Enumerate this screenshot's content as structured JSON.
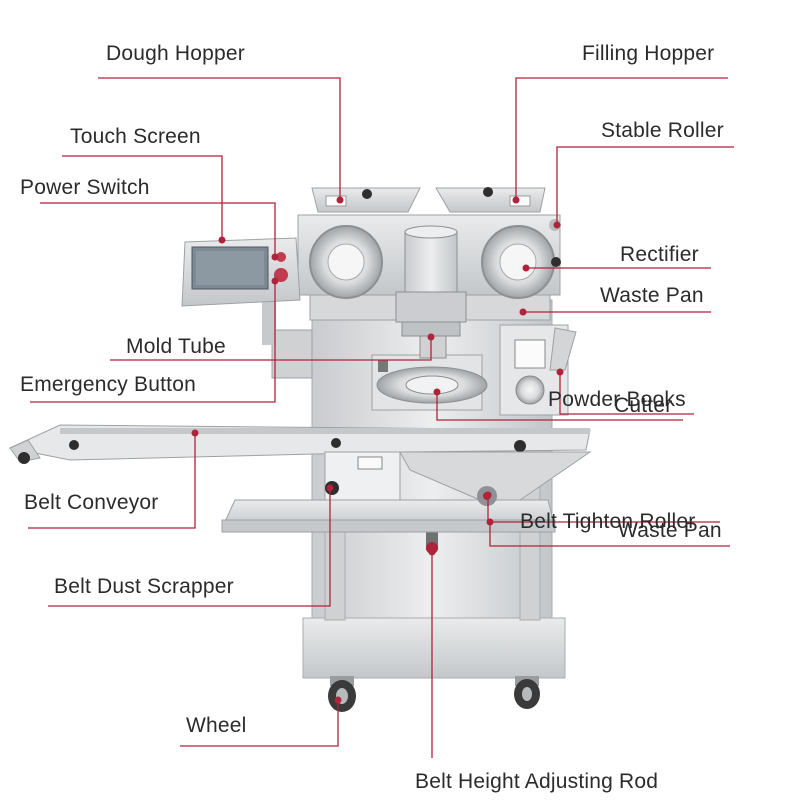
{
  "labels": {
    "dough_hopper": "Dough Hopper",
    "filling_hopper": "Filling Hopper",
    "touch_screen": "Touch Screen",
    "stable_roller": "Stable Roller",
    "power_switch": "Power Switch",
    "rectifier": "Rectifier",
    "waste_pan_top": "Waste Pan",
    "mold_tube": "Mold Tube",
    "emergency_button": "Emergency Button",
    "powder_books": "Powder Books",
    "cutter": "Cutter",
    "belt_conveyor": "Belt Conveyor",
    "belt_tighten_roller": "Belt Tighten Roller",
    "waste_pan_bottom": "Waste Pan",
    "belt_dust_scrapper": "Belt Dust Scrapper",
    "wheel": "Wheel",
    "belt_height_adjusting_rod": "Belt Height Adjusting Rod"
  },
  "colors": {
    "leader": "#b0233a",
    "text": "#2b2b2b",
    "steel": "#d9dbdd",
    "steel_dark": "#a9acb0",
    "screen": "#7d8a95"
  }
}
